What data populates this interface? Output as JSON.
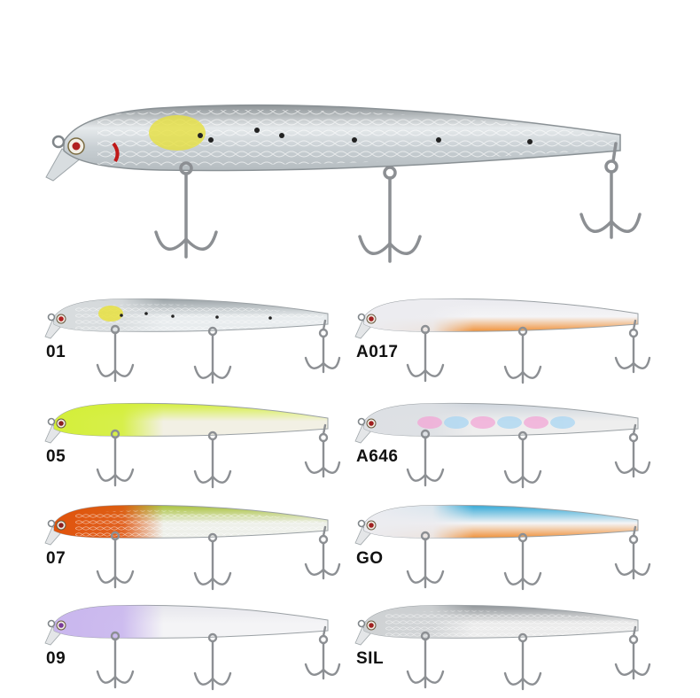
{
  "hero": {
    "name": "lure-main",
    "color_code": "01"
  },
  "variants": [
    {
      "code": "01",
      "back": "#9aa2a6",
      "belly": "#e8ecee",
      "head": "#d8dcde",
      "eye": "#b02020",
      "spots": true,
      "spot_accent": "#e8e040",
      "pattern": "scale"
    },
    {
      "code": "05",
      "back": "#d4ef3a",
      "belly": "#f2f0e4",
      "head": "#d4ef3a",
      "eye": "#8a2020",
      "spots": false,
      "pattern": "plain"
    },
    {
      "code": "07",
      "back": "#a9c23a",
      "belly": "#eef0ea",
      "head": "#e0520a",
      "eye": "#8a2020",
      "spots": false,
      "pattern": "scale"
    },
    {
      "code": "09",
      "back": "#e6e6ec",
      "belly": "#f4f4f6",
      "head": "#c9b6ee",
      "eye": "#7a3a9a",
      "spots": false,
      "pattern": "plain"
    },
    {
      "code": "A017",
      "back": "#e9e9ee",
      "belly": "#f0923a",
      "head": "#ececf0",
      "eye": "#a02020",
      "spots": false,
      "pattern": "plain"
    },
    {
      "code": "A646",
      "back": "#cdd4dc",
      "belly": "#eeeeee",
      "head": "#dde0e4",
      "eye": "#a02020",
      "spots": false,
      "pattern": "pastel"
    },
    {
      "code": "GO",
      "back": "#31a8d6",
      "belly": "#f0923a",
      "head": "#ececf0",
      "eye": "#a02020",
      "spots": false,
      "pattern": "plain"
    },
    {
      "code": "SIL",
      "back": "#8f9498",
      "belly": "#ececec",
      "head": "#cfd2d4",
      "eye": "#a02020",
      "spots": false,
      "pattern": "scale"
    }
  ],
  "colors": {
    "hook": "#8c8f93",
    "background": "#ffffff",
    "label": "#111111"
  }
}
